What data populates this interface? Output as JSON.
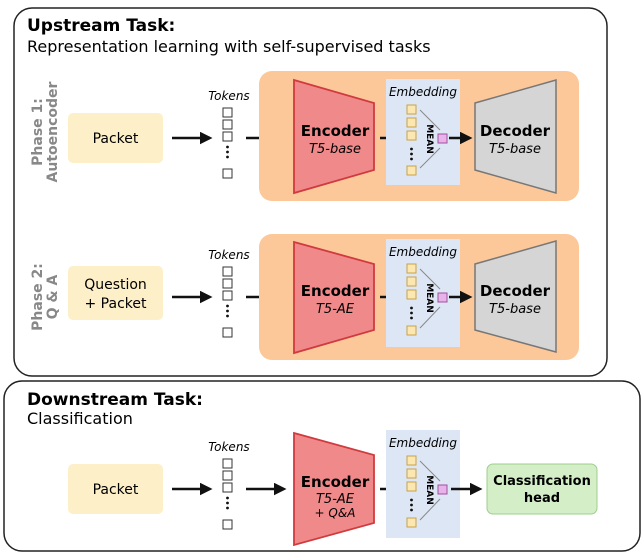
{
  "upstream": {
    "title": "Upstream Task:",
    "subtitle": "Representation learning with self-supervised tasks",
    "phase1": {
      "label_line1": "Phase 1:",
      "label_line2": "Autoencoder",
      "input": "Packet",
      "tokens_label": "Tokens",
      "encoder": {
        "title": "Encoder",
        "model": "T5-base"
      },
      "embedding_label": "Embedding",
      "pool_label": "MEAN",
      "decoder": {
        "title": "Decoder",
        "model": "T5-base"
      }
    },
    "phase2": {
      "label_line1": "Phase 2:",
      "label_line2": "Q & A",
      "input_line1": "Question",
      "input_line2": "+ Packet",
      "tokens_label": "Tokens",
      "encoder": {
        "title": "Encoder",
        "model": "T5-AE"
      },
      "embedding_label": "Embedding",
      "pool_label": "MEAN",
      "decoder": {
        "title": "Decoder",
        "model": "T5-base"
      }
    }
  },
  "downstream": {
    "title": "Downstream Task:",
    "subtitle": "Classification",
    "input": "Packet",
    "tokens_label": "Tokens",
    "encoder": {
      "title": "Encoder",
      "model_line1": "T5-AE",
      "model_line2": "+ Q&A"
    },
    "embedding_label": "Embedding",
    "pool_label": "MEAN",
    "head_line1": "Classification",
    "head_line2": "head"
  },
  "colors": {
    "orange_bg": "#fcc89a",
    "input_box": "#fdf0c8",
    "encoder": "#f0898a",
    "encoder_stroke": "#cf3b3f",
    "decoder": "#d5d5d5",
    "embedding_bg": "#dde6f5",
    "cell": "#fde7b0",
    "pooled": "#e8b3e8",
    "head": "#d4efc8"
  }
}
